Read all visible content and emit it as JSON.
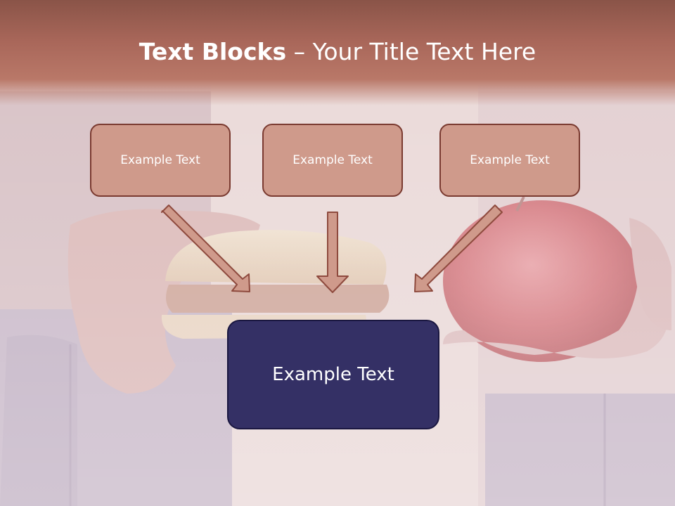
{
  "slide": {
    "title_bold": "Text Blocks",
    "title_rest": " – Your Title Text Here"
  },
  "boxes": [
    {
      "label": "Example Text"
    },
    {
      "label": "Example Text"
    },
    {
      "label": "Example Text"
    }
  ],
  "main_box": {
    "label": "Example Text"
  },
  "colors": {
    "title_band": "#a9675a",
    "small_box_fill": "#cf9a8b",
    "small_box_border": "#7a3a30",
    "main_box_fill": "#343065",
    "arrow_fill": "#cf9a8b"
  }
}
